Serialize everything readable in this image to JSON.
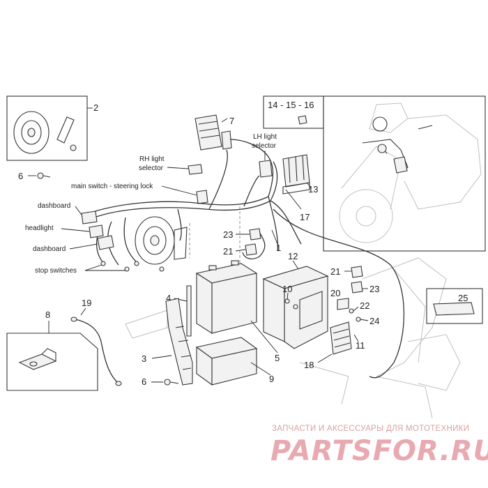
{
  "numbers": {
    "n1": "1",
    "n2": "2",
    "n3": "3",
    "n4": "4",
    "n5": "5",
    "n6a": "6",
    "n6b": "6",
    "n7": "7",
    "n8": "8",
    "n9": "9",
    "n10": "10",
    "n11": "11",
    "n12": "12",
    "n13": "13",
    "n14_16": "14 - 15 - 16",
    "n17": "17",
    "n18": "18",
    "n19": "19",
    "n20": "20",
    "n21a": "21",
    "n21b": "21",
    "n22": "22",
    "n23a": "23",
    "n23b": "23",
    "n24": "24",
    "n25": "25"
  },
  "labels": {
    "rh_light_1": "RH light",
    "rh_light_2": "selector",
    "lh_light_1": "LH light",
    "lh_light_2": "selector",
    "main_switch": "main switch - steering lock",
    "dashboard_1": "dashboard",
    "headlight": "headlight",
    "dashboard_2": "dashboard",
    "stop_switches": "stop switches"
  },
  "watermark": {
    "subtitle": "ЗАПЧАСТИ И АКСЕССУАРЫ ДЛЯ МОТОТЕХНИКИ",
    "brand": "PARTSFOR.RU"
  }
}
